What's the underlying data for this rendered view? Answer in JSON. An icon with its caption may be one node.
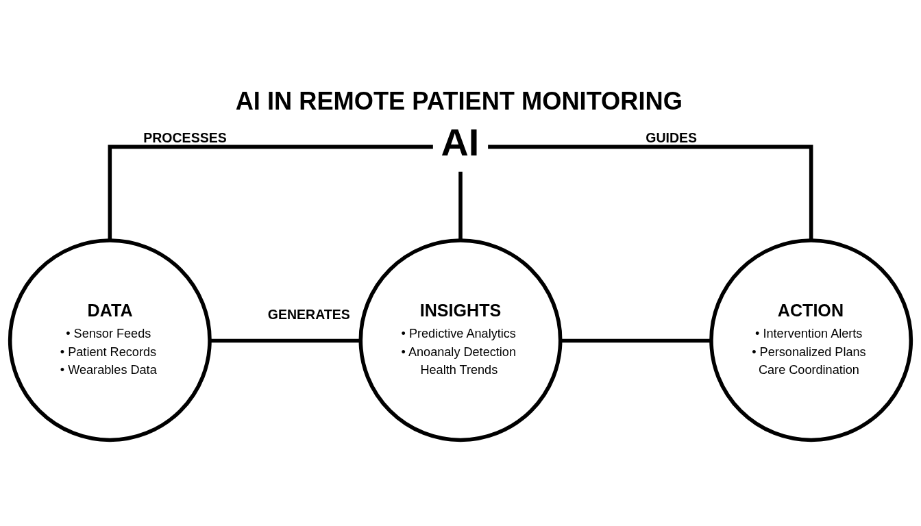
{
  "diagram": {
    "title": "AI IN REMOTE PATIENT MONITORING",
    "nodes": [
      {
        "text": [
          "AI"
        ]
      },
      {
        "text": [
          "DATA",
          "• Sensor Feeds",
          "• Patient Records",
          "• Wearables Data"
        ]
      },
      {
        "text": [
          "INSIGHTS",
          "• Predictive Analytics",
          "• Anoanaly Detection",
          "Health Trends"
        ]
      },
      {
        "text": [
          "ACTION",
          "• Intervention Alerts",
          "• Personalized Plans",
          "Care Coordination"
        ]
      }
    ],
    "edges": [
      {
        "from": 0,
        "to": 1,
        "arrow": "none",
        "label": "PROCESSES"
      },
      {
        "from": 0,
        "to": 2,
        "arrow": "none"
      },
      {
        "from": 0,
        "to": 3,
        "arrow": "none",
        "label": "GUIDES"
      },
      {
        "from": 1,
        "to": 2,
        "arrow": "none",
        "label": "GENERATES"
      },
      {
        "from": 2,
        "to": 3,
        "arrow": "none"
      }
    ]
  }
}
